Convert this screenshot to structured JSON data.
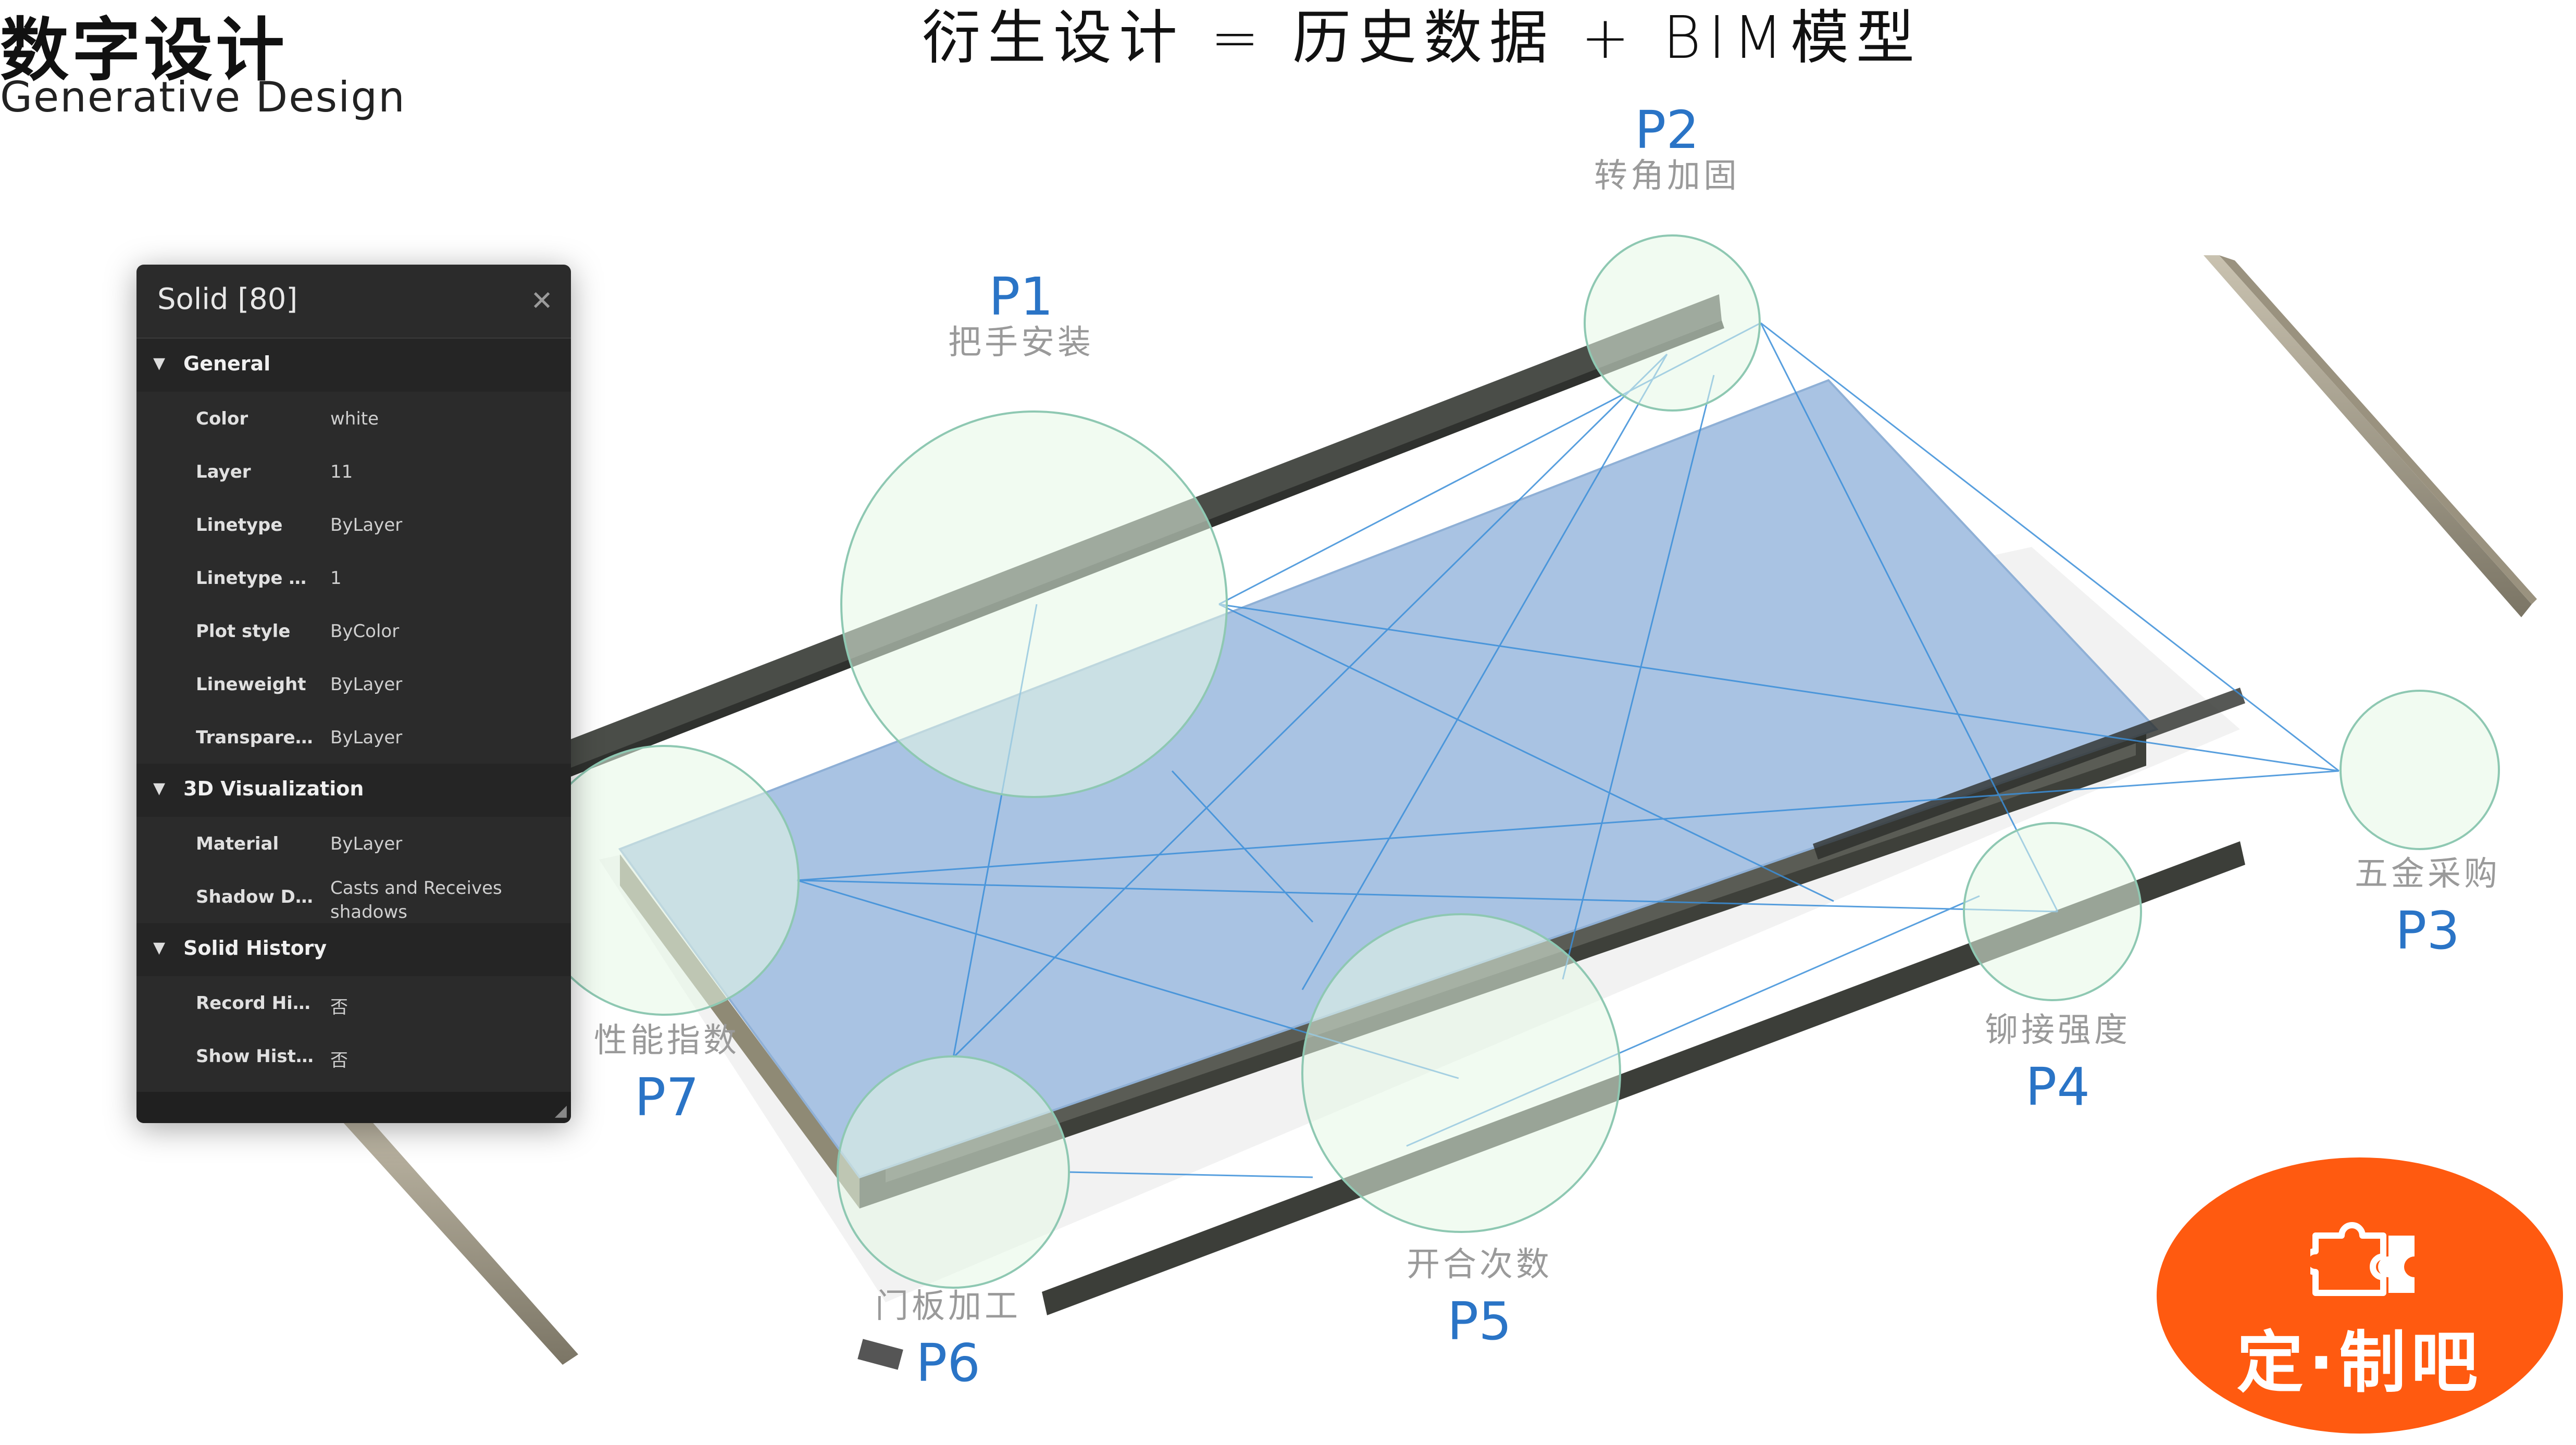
{
  "brand": {
    "title": "数字设计",
    "subtitle": "Generative Design"
  },
  "headline": "衍生设计 = 历史数据 + BIM模型",
  "points": [
    {
      "code": "P1",
      "name": "把手安装"
    },
    {
      "code": "P2",
      "name": "转角加固"
    },
    {
      "code": "P3",
      "name": "五金采购"
    },
    {
      "code": "P4",
      "name": "铆接强度"
    },
    {
      "code": "P5",
      "name": "开合次数"
    },
    {
      "code": "P6",
      "name": "门板加工"
    },
    {
      "code": "P7",
      "name": "性能指数"
    }
  ],
  "panel": {
    "title": "Solid [80]",
    "close_icon": "close-icon",
    "sections": [
      {
        "label": "General",
        "rows": [
          {
            "key": "Color",
            "value": "white"
          },
          {
            "key": "Layer",
            "value": "11"
          },
          {
            "key": "Linetype",
            "value": "ByLayer"
          },
          {
            "key": "Linetype scale",
            "value": "1"
          },
          {
            "key": "Plot style",
            "value": "ByColor"
          },
          {
            "key": "Lineweight",
            "value": "ByLayer"
          },
          {
            "key": "Transparency",
            "value": "ByLayer"
          }
        ]
      },
      {
        "label": "3D Visualization",
        "rows": [
          {
            "key": "Material",
            "value": "ByLayer"
          },
          {
            "key": "Shadow Disp...",
            "value": "Casts and Receives shadows"
          }
        ]
      },
      {
        "label": "Solid History",
        "rows": [
          {
            "key": "Record Histo...",
            "value": "否"
          },
          {
            "key": "Show History",
            "value": "否"
          }
        ]
      }
    ]
  },
  "badge": {
    "text": "定·制吧",
    "icon": "puzzle-icon",
    "color": "#ff5a10"
  },
  "colors": {
    "accent": "#2a74c6",
    "circle_fill": "#e6f8e6",
    "panel_bg": "#2b2b2b",
    "link_line": "#3b8fd9"
  }
}
